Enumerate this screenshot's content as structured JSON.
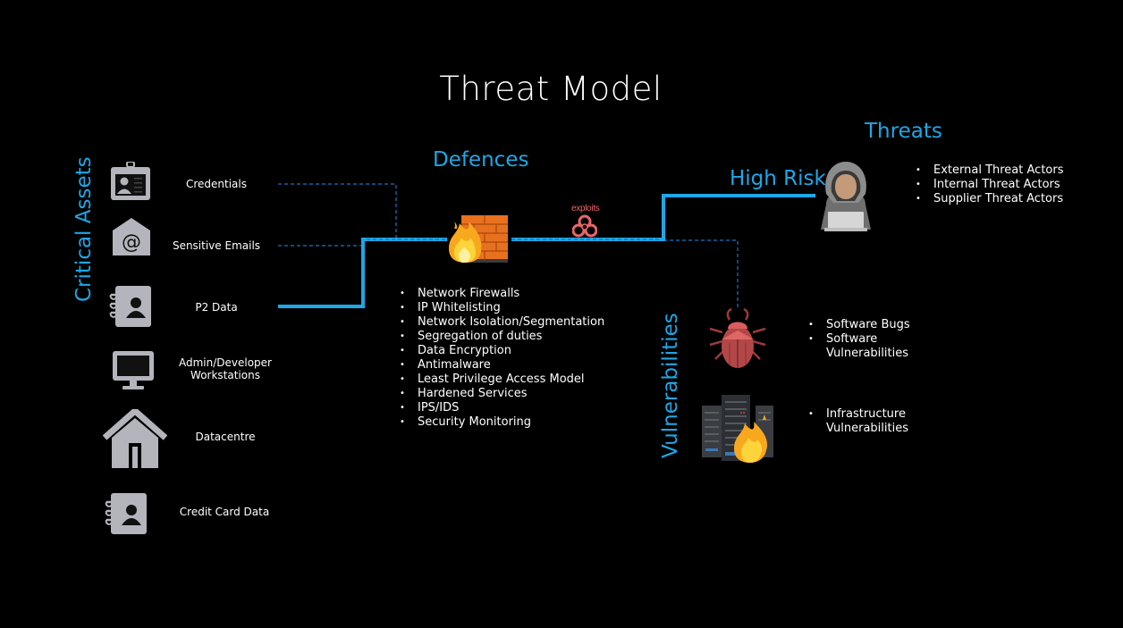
{
  "title": "Threat Model",
  "colors": {
    "accent": "#1ea7e6",
    "dashed": "#1b74c2",
    "icon_gray": "#b4b4bc",
    "exploit": "#e8666a"
  },
  "critical_assets": {
    "heading": "Critical Assets",
    "items": [
      {
        "label": "Credentials",
        "icon": "id-badge-icon"
      },
      {
        "label": "Sensitive Emails",
        "icon": "email-at-icon"
      },
      {
        "label": "P2 Data",
        "icon": "contact-book-icon"
      },
      {
        "label": "Admin/Developer Workstations",
        "icon": "monitor-icon"
      },
      {
        "label": "Datacentre",
        "icon": "house-icon"
      },
      {
        "label": "Credit Card Data",
        "icon": "contact-book-icon"
      }
    ]
  },
  "defences": {
    "heading": "Defences",
    "icon": "firewall-icon",
    "items": [
      "Network Firewalls",
      "IP Whitelisting",
      "Network Isolation/Segmentation",
      "Segregation of duties",
      "Data Encryption",
      "Antimalware",
      "Least Privilege Access Model",
      "Hardened Services",
      "IPS/IDS",
      "Security Monitoring"
    ]
  },
  "exploits": {
    "label": "exploits",
    "icon": "biohazard-icon"
  },
  "threats": {
    "heading": "Threats",
    "risk_label": "High Risk",
    "icon": "hacker-icon",
    "items": [
      "External Threat Actors",
      "Internal Threat Actors",
      "Supplier Threat Actors"
    ]
  },
  "vulnerabilities": {
    "heading": "Vulnerabilities",
    "groups": [
      {
        "icon": "bug-icon",
        "items": [
          "Software Bugs",
          "Software Vulnerabilities"
        ]
      },
      {
        "icon": "burning-servers-icon",
        "items": [
          "Infrastructure Vulnerabilities"
        ]
      }
    ]
  }
}
